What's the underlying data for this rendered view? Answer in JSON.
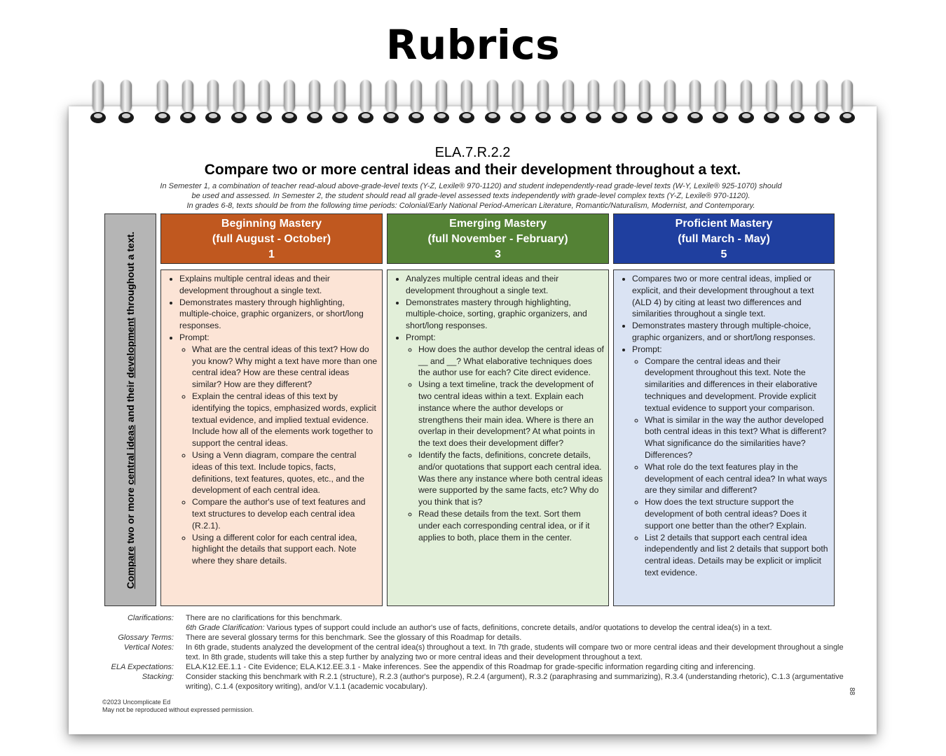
{
  "page_title": "Rubrics",
  "doc": {
    "code": "ELA.7.R.2.2",
    "heading": "Compare two or more central ideas and their development throughout a text.",
    "intro": [
      "In Semester 1, a combination of teacher read-aloud above-grade-level texts (Y-Z, Lexile® 970-1120) and student independently-read grade-level texts (W-Y, Lexile® 925-1070) should",
      "be used and assessed. In Semester 2, the student should read all grade-level assessed texts independently with grade-level complex texts (Y-Z, Lexile® 970-1120).",
      "In grades 6-8, texts should be from the following time periods: Colonial/Early National Period-American Literature, Romantic/Naturalism, Modernist, and Contemporary."
    ]
  },
  "side_label": {
    "w1": "Compare",
    "t1": " two or more ",
    "w2": "central ideas",
    "t2": " and their ",
    "w3": "development",
    "t3": " throughout a text."
  },
  "columns": [
    {
      "title": "Beginning Mastery",
      "range": "(full August - October)",
      "score": "1",
      "color": "#c0581f",
      "bullets": [
        "Explains multiple central ideas and their development throughout a single text.",
        "Demonstrates mastery through highlighting, multiple-choice, graphic organizers, or short/long responses.",
        "Prompt:"
      ],
      "prompts": [
        "What are the central ideas of this text? How do you know? Why might a text have more than one central idea? How are these central ideas similar? How are they different?",
        "Explain the central ideas of this text by identifying the topics, emphasized words, explicit textual evidence, and implied textual evidence. Include how all of the elements work together to support the central ideas.",
        "Using a Venn diagram, compare the central ideas of this text. Include topics, facts, definitions, text features, quotes, etc., and the development of each central idea.",
        "Compare the author's use of text features and text structures to develop each central idea (R.2.1).",
        "Using a different color for each central idea, highlight the details that support each. Note where they share details."
      ]
    },
    {
      "title": "Emerging Mastery",
      "range": "(full November - February)",
      "score": "3",
      "color": "#548235",
      "bullets": [
        "Analyzes multiple central ideas and their development throughout a single text.",
        "Demonstrates mastery through highlighting, multiple-choice, sorting, graphic organizers, and short/long responses.",
        "Prompt:"
      ],
      "prompts": [
        "How does the author develop the central ideas of __ and __? What elaborative techniques does the author use for each? Cite direct evidence.",
        "Using a text timeline, track the development of two central ideas within a text. Explain each instance where the author develops or strengthens their main idea. Where is there an overlap in their development? At what points in the text does their development differ?",
        "Identify the facts, definitions, concrete details, and/or quotations that support each central idea. Was there any instance where both central ideas were supported by the same facts, etc? Why do you think that is?",
        "Read these details from the text. Sort them under each corresponding central idea, or if it applies to both, place them in the center."
      ]
    },
    {
      "title": "Proficient Mastery",
      "range": "(full March - May)",
      "score": "5",
      "color": "#1f3f9f",
      "bullets": [
        "Compares two or more central ideas, implied or explicit, and their development throughout a text (ALD 4) by citing at least two differences and similarities throughout a single text.",
        "Demonstrates mastery through multiple-choice, graphic organizers, and or short/long responses.",
        "Prompt:"
      ],
      "prompts": [
        "Compare the central ideas and their development throughout this text. Note the similarities and differences in their elaborative techniques and development. Provide explicit textual evidence to support your comparison.",
        "What is similar in the way the author developed both central ideas in this text? What is different? What significance do the similarities have? Differences?",
        "What role do the text features play in the development of each central idea? In what ways are they similar and different?",
        "How does the text structure support the development of both central ideas? Does it support one better than the other? Explain.",
        "List 2 details that support each central idea independently and list 2 details that support both central ideas. Details may be explicit or implicit text evidence."
      ]
    }
  ],
  "notes": {
    "clarifications_label": "Clarifications:",
    "clarifications_1": "There are no clarifications for this benchmark.",
    "clarifications_2_label": "6th Grade Clarification:",
    "clarifications_2": " Various types of support could include an author's use of facts, definitions, concrete details, and/or quotations to develop the central idea(s) in a text.",
    "glossary_label": "Glossary Terms:",
    "glossary": "There are several glossary terms for this benchmark. See the glossary of this Roadmap for details.",
    "vertical_label": "Vertical Notes:",
    "vertical": "In 6th grade, students analyzed the development of the central idea(s) throughout a text. In 7th grade, students will compare two or more central ideas and their development throughout a single text. In 8th grade, students will take this a step further by analyzing two or more central ideas and their development throughout a text.",
    "expectations_label": "ELA Expectations:",
    "expectations": "ELA.K12.EE.1.1 - Cite Evidence; ELA.K12.EE.3.1 - Make inferences. See the appendix of this Roadmap for grade-specific information regarding citing and inferencing.",
    "stacking_label": "Stacking:",
    "stacking": "Consider stacking this benchmark with R.2.1 (structure), R.2.3 (author's purpose), R.2.4 (argument), R.3.2 (paraphrasing and summarizing), R.3.4 (understanding rhetoric), C.1.3 (argumentative writing), C.1.4 (expository writing), and/or V.1.1 (academic vocabulary)."
  },
  "copyright_1": "©2023 Uncomplicate Ed",
  "copyright_2": "May not be reproduced without expressed permission.",
  "page_number": "88"
}
